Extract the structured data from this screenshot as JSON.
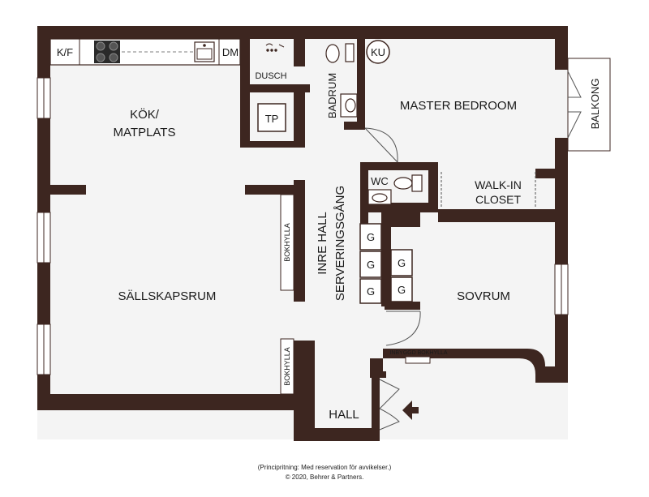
{
  "rooms": {
    "kok": "KÖK/",
    "matplats": "MATPLATS",
    "sallskapsrum": "SÄLLSKAPSRUM",
    "master_bedroom": "MASTER BEDROOM",
    "sovrum": "SOVRUM",
    "hall": "HALL",
    "inre_hall": "INRE HALL",
    "serveringsgang": "SERVERINGSGÅNG",
    "walk_in": "WALK-IN",
    "closet": "CLOSET",
    "badrum": "BADRUM",
    "balkong": "BALKONG",
    "wc": "WC",
    "dusch": "DUSCH"
  },
  "fixtures": {
    "kf": "K/F",
    "dm": "DM",
    "ku": "KU",
    "tp": "TP",
    "g": "G",
    "bokhylla": "BOKHYLLA",
    "inbyggd_bokhylla": "INBYGGD BOKHYLLA"
  },
  "footer": {
    "note": "(Principritning: Med reservation för avvikelser.)",
    "copyright": "© 2020, Behrer & Partners."
  },
  "colors": {
    "wall": "#3d2620",
    "floor": "#f4f4f4",
    "outline": "#222222"
  }
}
